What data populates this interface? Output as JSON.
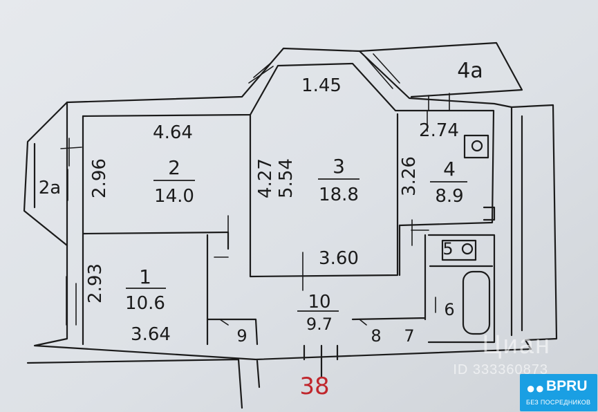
{
  "plan": {
    "rooms": [
      {
        "number": "1",
        "area": "10.6"
      },
      {
        "number": "2",
        "area": "14.0"
      },
      {
        "number": "3",
        "area": "18.8"
      },
      {
        "number": "4",
        "area": "8.9"
      },
      {
        "number": "5"
      },
      {
        "number": "6"
      },
      {
        "number": "7"
      },
      {
        "number": "8"
      },
      {
        "number": "9"
      },
      {
        "number": "10",
        "area": "9.7"
      },
      {
        "number": "2a"
      },
      {
        "number": "4a"
      }
    ],
    "dimensions": {
      "room1_side": "2.93",
      "room1_width": "3.64",
      "room2_width": "4.64",
      "room2_side": "2.96",
      "room3_top": "1.45",
      "room3_side_a": "4.27",
      "room3_side_b": "5.54",
      "room3_bottom": "3.60",
      "room4_width": "2.74",
      "room4_side": "3.26"
    },
    "apartment_number": "38",
    "annotation_color": "#c0262c",
    "ink_color": "#1b1b1b"
  },
  "watermark": {
    "brand": "Циан",
    "listing_id": "ID 333360873"
  },
  "badge": {
    "name": "BPRU",
    "tagline": "БЕЗ ПОСРЕДНИКОВ",
    "color": "#1a9fe3"
  }
}
